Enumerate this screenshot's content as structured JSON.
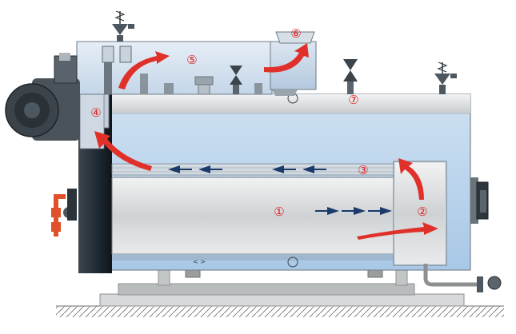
{
  "diagram": {
    "labels": {
      "l1": "①",
      "l2": "②",
      "l3": "③",
      "l4": "④",
      "l5": "⑤",
      "l6": "⑥",
      "l7": "⑦"
    },
    "colors": {
      "water": "#a8c8e6",
      "water_light": "#cfe1f2",
      "furnace": "#c7cacd",
      "steel_dark": "#1e2830",
      "flow_red": "#e0302a",
      "flow_blue": "#1a3a6a",
      "marker_red": "#e02020",
      "frame": "#9a9d9e",
      "ground": "#6b6b6b"
    }
  }
}
